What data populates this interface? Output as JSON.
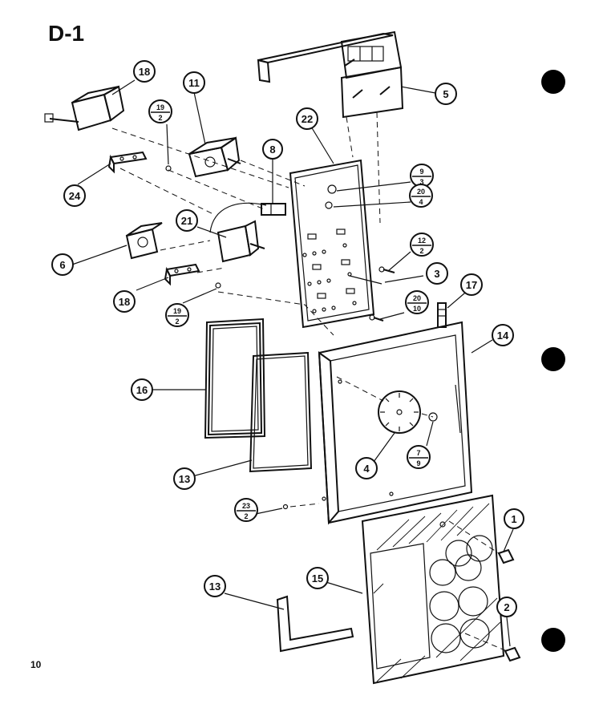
{
  "title": "D-1",
  "page_number": "10",
  "callouts": {
    "c1": "1",
    "c2": "2",
    "c3": "3",
    "c4": "4",
    "c5": "5",
    "c6": "6",
    "c8": "8",
    "c11": "11",
    "c13a": "13",
    "c13b": "13",
    "c14": "14",
    "c15": "15",
    "c16": "16",
    "c17": "17",
    "c18a": "18",
    "c18b": "18",
    "c21": "21",
    "c22": "22",
    "c24": "24"
  },
  "fraction_callouts": {
    "f19_2a": {
      "top": "19",
      "bottom": "2"
    },
    "f19_2b": {
      "top": "19",
      "bottom": "2"
    },
    "f9_3": {
      "top": "9",
      "bottom": "3"
    },
    "f20_4": {
      "top": "20",
      "bottom": "4"
    },
    "f12_2": {
      "top": "12",
      "bottom": "2"
    },
    "f20_10": {
      "top": "20",
      "bottom": "10"
    },
    "f7_9": {
      "top": "7",
      "bottom": "9"
    },
    "f23_2": {
      "top": "23",
      "bottom": "2"
    }
  }
}
